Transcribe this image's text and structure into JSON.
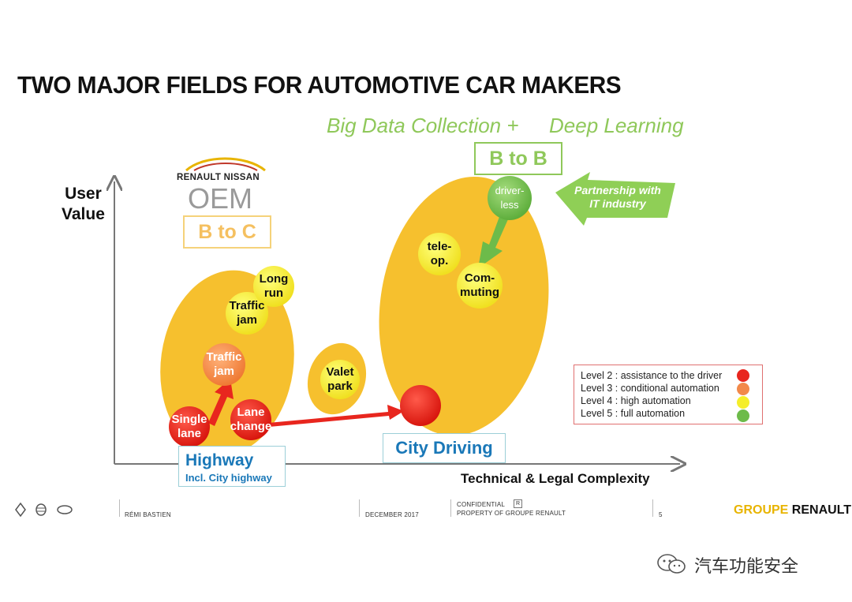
{
  "title": "TWO MAJOR FIELDS FOR AUTOMOTIVE CAR MAKERS",
  "b2b_header": {
    "left": "Big Data Collection +",
    "right": "Deep Learning"
  },
  "b2b_label": "B to B",
  "oem": {
    "brand": "RENAULT NISSAN",
    "label": "OEM",
    "segment": "B to C"
  },
  "axes": {
    "y_label_line1": "User",
    "y_label_line2": "Value",
    "x_label": "Technical & Legal Complexity"
  },
  "partnership": {
    "line1": "Partnership with",
    "line2": "IT industry"
  },
  "nodes": {
    "single_lane": {
      "line1": "Single",
      "line2": "lane",
      "level": 2
    },
    "lane_change": {
      "line1": "Lane",
      "line2": "change",
      "level": 2
    },
    "traffic_jam_l3": {
      "line1": "Traffic",
      "line2": "jam",
      "level": 3
    },
    "traffic_jam_l4": {
      "line1": "Traffic",
      "line2": "jam",
      "level": 4
    },
    "long_run": {
      "line1": "Long",
      "line2": "run",
      "level": 4
    },
    "valet_park": {
      "line1": "Valet",
      "line2": "park",
      "level": 4
    },
    "tele_op": {
      "line1": "tele-",
      "line2": "op.",
      "level": 4
    },
    "commuting": {
      "line1": "Com-",
      "line2": "muting",
      "level": 4
    },
    "driverless": {
      "line1": "driver-",
      "line2": "less",
      "level": 5
    }
  },
  "highway": {
    "title": "Highway",
    "subtitle": "Incl. City highway"
  },
  "city_driving": "City Driving",
  "legend": [
    {
      "text": "Level 2 : assistance to the driver",
      "color": "#e8261e"
    },
    {
      "text": "Level 3 : conditional automation",
      "color": "#f2894a"
    },
    {
      "text": "Level 4 : high automation",
      "color": "#f5ee2a"
    },
    {
      "text": "Level 5 : full automation",
      "color": "#6dbb4a"
    }
  ],
  "colors": {
    "ellipse": "#f6c02e",
    "level2": "#e8261e",
    "level3": "#f2894a",
    "level4": "#f5ee2a",
    "level5": "#6dbb4a",
    "accent_green": "#8fc85a",
    "blue": "#1a78b8"
  },
  "footer": {
    "author": "RÉMI BASTIEN",
    "date": "DECEMBER 2017",
    "confidential": "CONFIDENTIAL",
    "confidential_mark": "R",
    "property": "PROPERTY OF GROUPE RENAULT",
    "page": "5",
    "brand_part1": "GROUPE",
    "brand_part2": "RENAULT"
  },
  "watermark": "汽车功能安全"
}
